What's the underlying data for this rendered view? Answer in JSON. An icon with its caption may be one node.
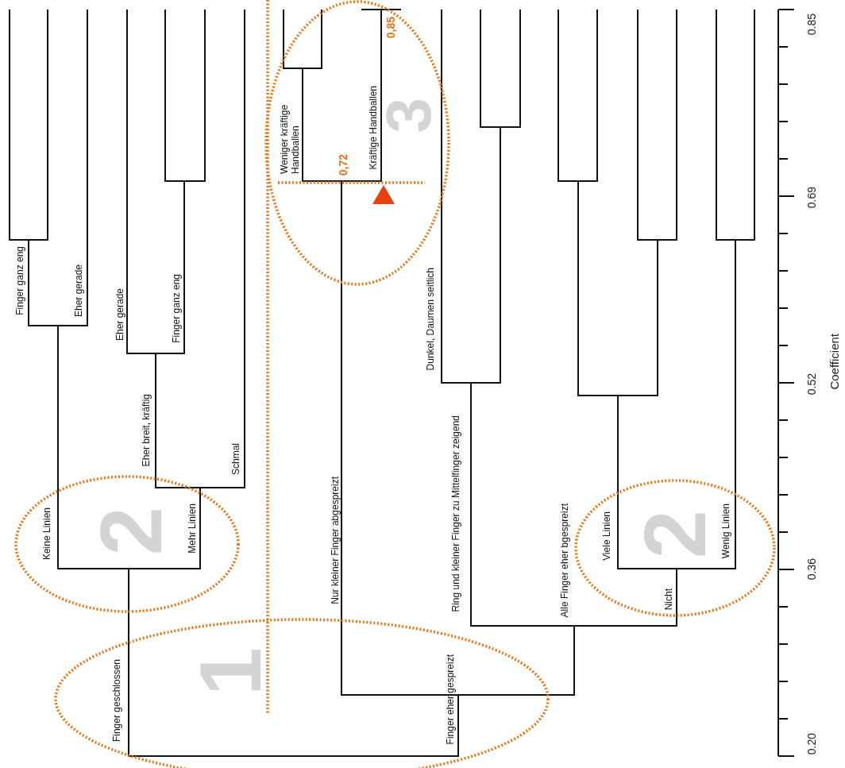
{
  "diagram": {
    "labels": [
      "Finger ganz eng",
      "Eher gerade",
      "Eher gerade",
      "Finger ganz eng",
      "Eher breit, kräftig",
      "Schmal",
      "Keine Linien",
      "Mehr Linien",
      "Finger geschlossen",
      "2",
      "1",
      "3",
      "Weniger kräftige Handballen",
      "0,72",
      "Kräftige Handballen",
      "0,85",
      "Nur kleiner Finger abgespreizt",
      "Dunkel, Daumen seitlich",
      "Ring und kleiner Finger zu Mittelfinger zeigend",
      "Finger eher gespreizt",
      "Alle Finger eher bgespreizt",
      "Viele Linien",
      "2",
      "Nicht",
      "Wenig Linien",
      "0.85",
      "0.69",
      "0.52",
      "0.36",
      "0.20",
      "Coefficient"
    ]
  }
}
